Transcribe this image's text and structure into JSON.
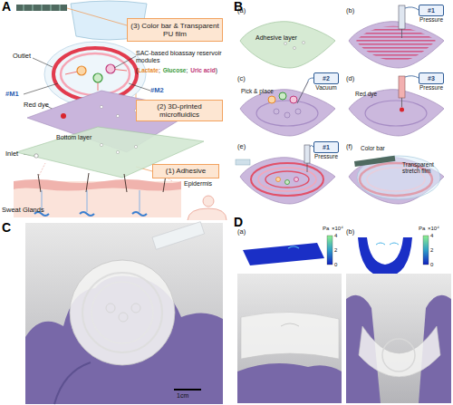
{
  "diagram": {
    "nodes": [
      {
        "text": [
          "(3) Color bar & Transparent PU film"
        ]
      },
      {
        "text": [
          "(2) 3D-printed microfluidics"
        ]
      },
      {
        "text": [
          "(1) Adhesive"
        ]
      },
      {
        "text": [
          "#1",
          "Pressure"
        ]
      },
      {
        "text": [
          "#2",
          "Vacuum"
        ]
      },
      {
        "text": [
          "#3",
          "Pressure"
        ]
      },
      {
        "text": [
          "#1",
          "Pressure"
        ]
      }
    ],
    "labels": [
      "A",
      "Outlet",
      "SAC-based bioassay reservoir modules",
      "(",
      "Lactate",
      ";",
      "Glucose",
      ";",
      "Uric acid",
      ")",
      "#M1",
      "#M2",
      "Red dye",
      "Bottom layer",
      "Inlet",
      "Sweat Glands",
      "Epidermis",
      "B",
      "(a)",
      "Adhesive layer",
      "(b)",
      "(c)",
      "Pick & place",
      "(d)",
      "Red dye",
      "(e)",
      "(f)",
      "Color bar",
      "Transparent stretch film",
      "C",
      "1cm",
      "D",
      "(a)",
      "Pa",
      "×10⁴",
      "4",
      "2",
      "0",
      "(b)",
      "Pa",
      "×10⁴",
      "4",
      "2",
      "0"
    ]
  }
}
